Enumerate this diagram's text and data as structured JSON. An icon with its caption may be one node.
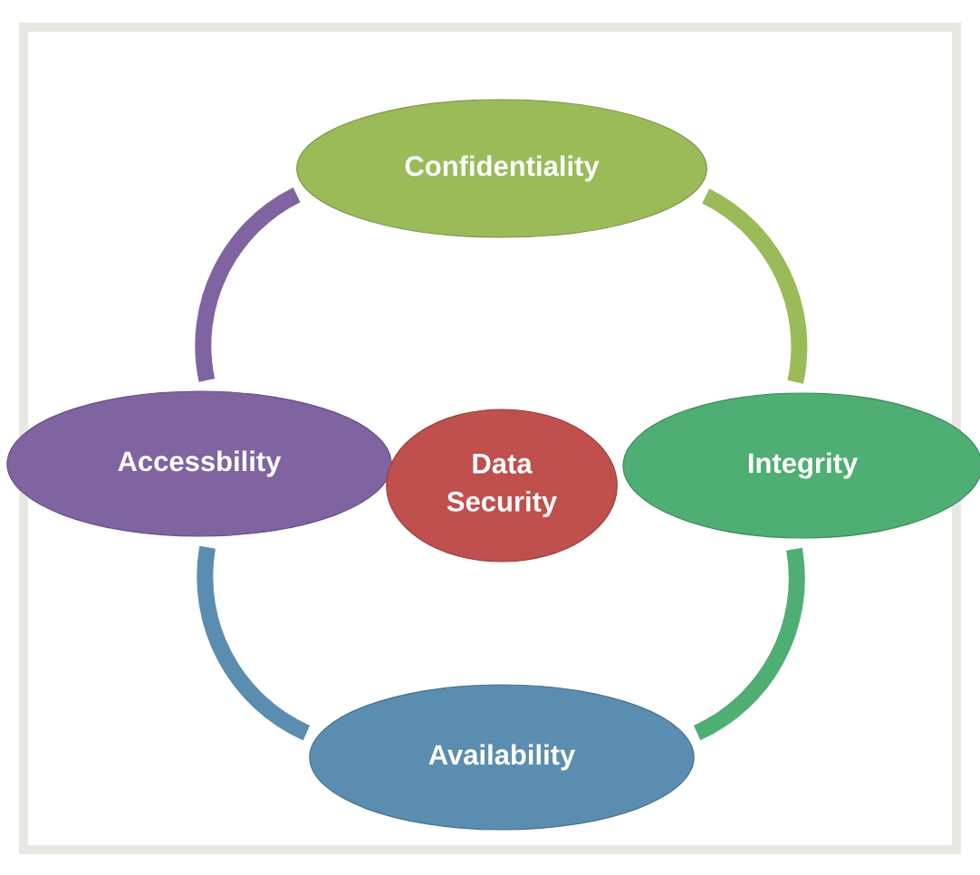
{
  "diagram": {
    "nodes": [
      {
        "text": [
          "Confidentiality"
        ]
      },
      {
        "text": [
          "Accessbility"
        ]
      },
      {
        "text": [
          "Data Security"
        ]
      },
      {
        "text": [
          "Integrity"
        ]
      },
      {
        "text": [
          "Availability"
        ]
      }
    ],
    "edges": [
      {
        "from": 0,
        "to": 3,
        "arrow": "none",
        "color": "#9bbb59"
      },
      {
        "from": 3,
        "to": 4,
        "arrow": "none",
        "color": "#4fae73"
      },
      {
        "from": 4,
        "to": 1,
        "arrow": "none",
        "color": "#5b8db0"
      },
      {
        "from": 1,
        "to": 0,
        "arrow": "none",
        "color": "#8064a2"
      }
    ]
  }
}
